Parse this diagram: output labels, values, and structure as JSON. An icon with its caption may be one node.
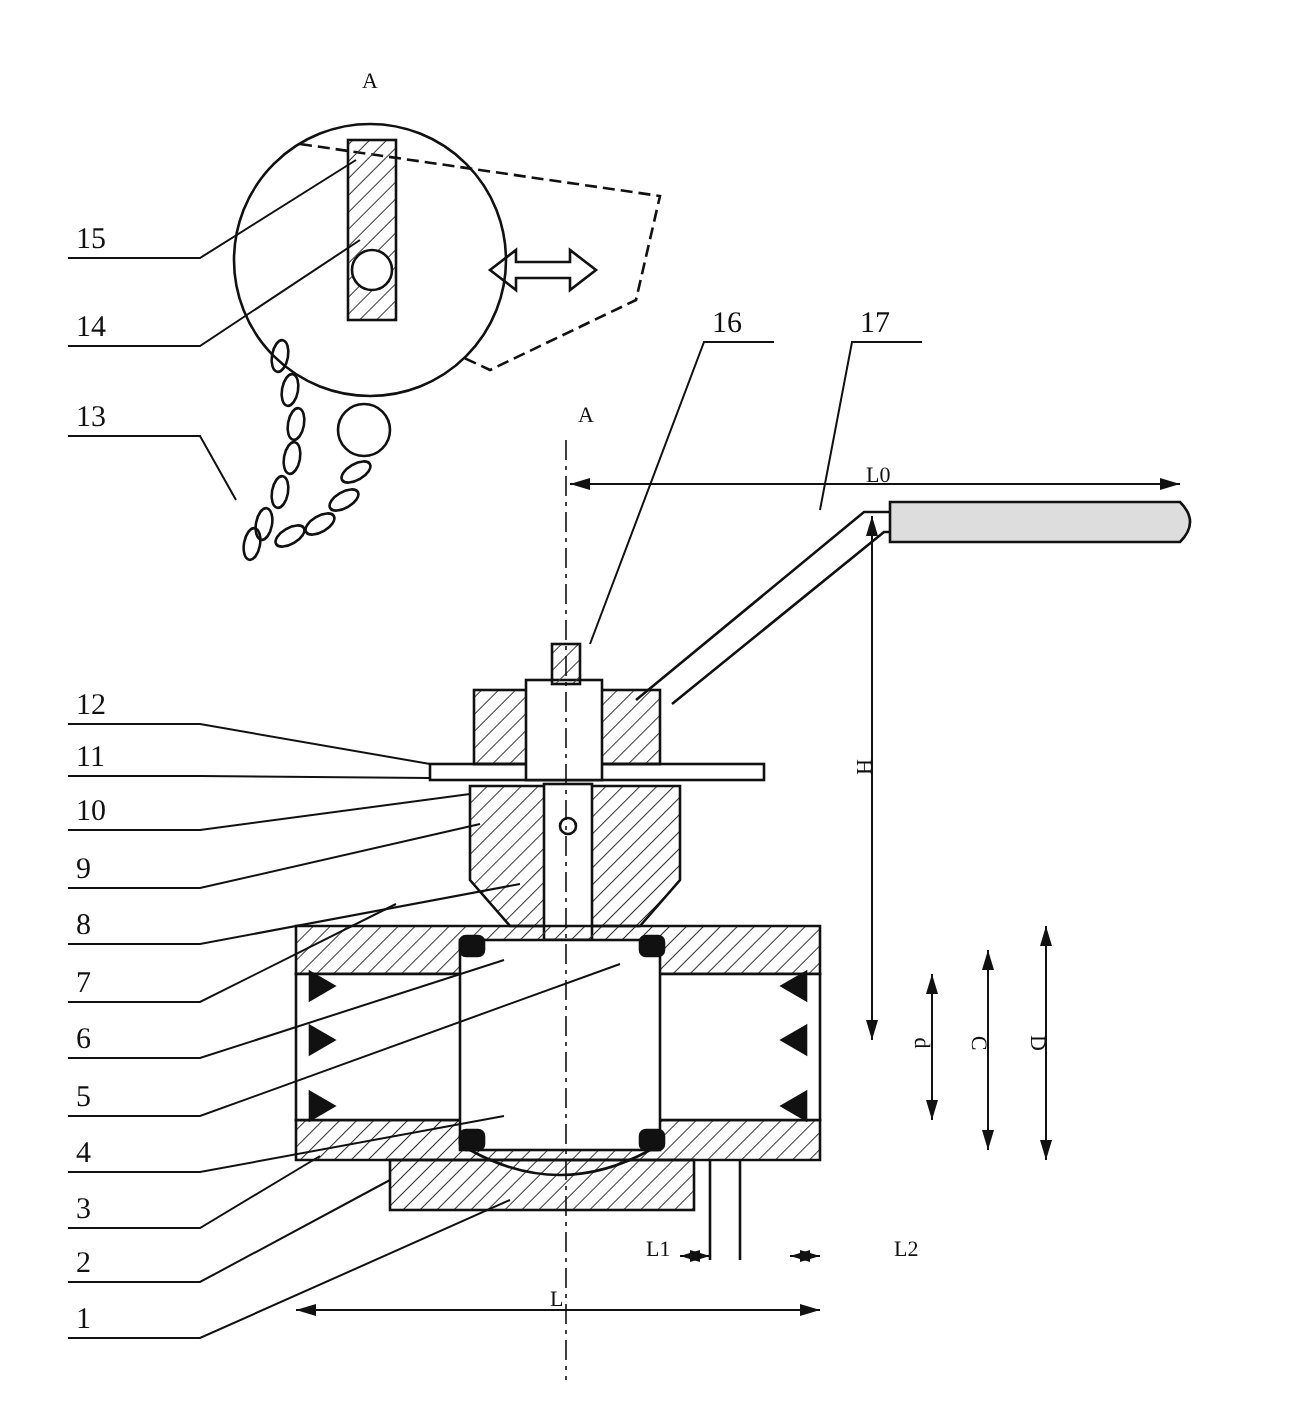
{
  "diagram": {
    "nodes": [
      {
        "text": [
          "15"
        ]
      },
      {
        "text": [
          "16"
        ]
      },
      {
        "text": [
          "17"
        ]
      },
      {
        "text": [
          "14"
        ]
      },
      {
        "text": [
          "13"
        ]
      },
      {
        "text": [
          "12"
        ]
      },
      {
        "text": [
          "11"
        ]
      },
      {
        "text": [
          "10"
        ]
      },
      {
        "text": [
          "9"
        ]
      },
      {
        "text": [
          "8"
        ]
      },
      {
        "text": [
          "7"
        ]
      },
      {
        "text": [
          "6"
        ]
      },
      {
        "text": [
          "5"
        ]
      },
      {
        "text": [
          "4"
        ]
      },
      {
        "text": [
          "3"
        ]
      },
      {
        "text": [
          "2"
        ]
      },
      {
        "text": [
          "1"
        ]
      }
    ],
    "edges": [
      {
        "from": 0,
        "to": null,
        "arrow": "none"
      },
      {
        "from": 1,
        "to": null,
        "arrow": "none"
      },
      {
        "from": 2,
        "to": null,
        "arrow": "none"
      },
      {
        "from": 3,
        "to": null,
        "arrow": "none"
      },
      {
        "from": 4,
        "to": null,
        "arrow": "none"
      },
      {
        "from": 5,
        "to": null,
        "arrow": "none"
      },
      {
        "from": 6,
        "to": null,
        "arrow": "none"
      },
      {
        "from": 7,
        "to": null,
        "arrow": "none"
      },
      {
        "from": 8,
        "to": null,
        "arrow": "none"
      },
      {
        "from": 9,
        "to": null,
        "arrow": "none"
      },
      {
        "from": 10,
        "to": null,
        "arrow": "none"
      },
      {
        "from": 11,
        "to": null,
        "arrow": "none"
      },
      {
        "from": 12,
        "to": null,
        "arrow": "none"
      },
      {
        "from": 13,
        "to": null,
        "arrow": "none"
      },
      {
        "from": 14,
        "to": null,
        "arrow": "none"
      },
      {
        "from": 15,
        "to": null,
        "arrow": "none"
      },
      {
        "from": 16,
        "to": null,
        "arrow": "none"
      }
    ],
    "labels": [
      "A",
      "A",
      "L0",
      "H",
      "d",
      "C",
      "D",
      "L1",
      "L2",
      "L"
    ]
  }
}
